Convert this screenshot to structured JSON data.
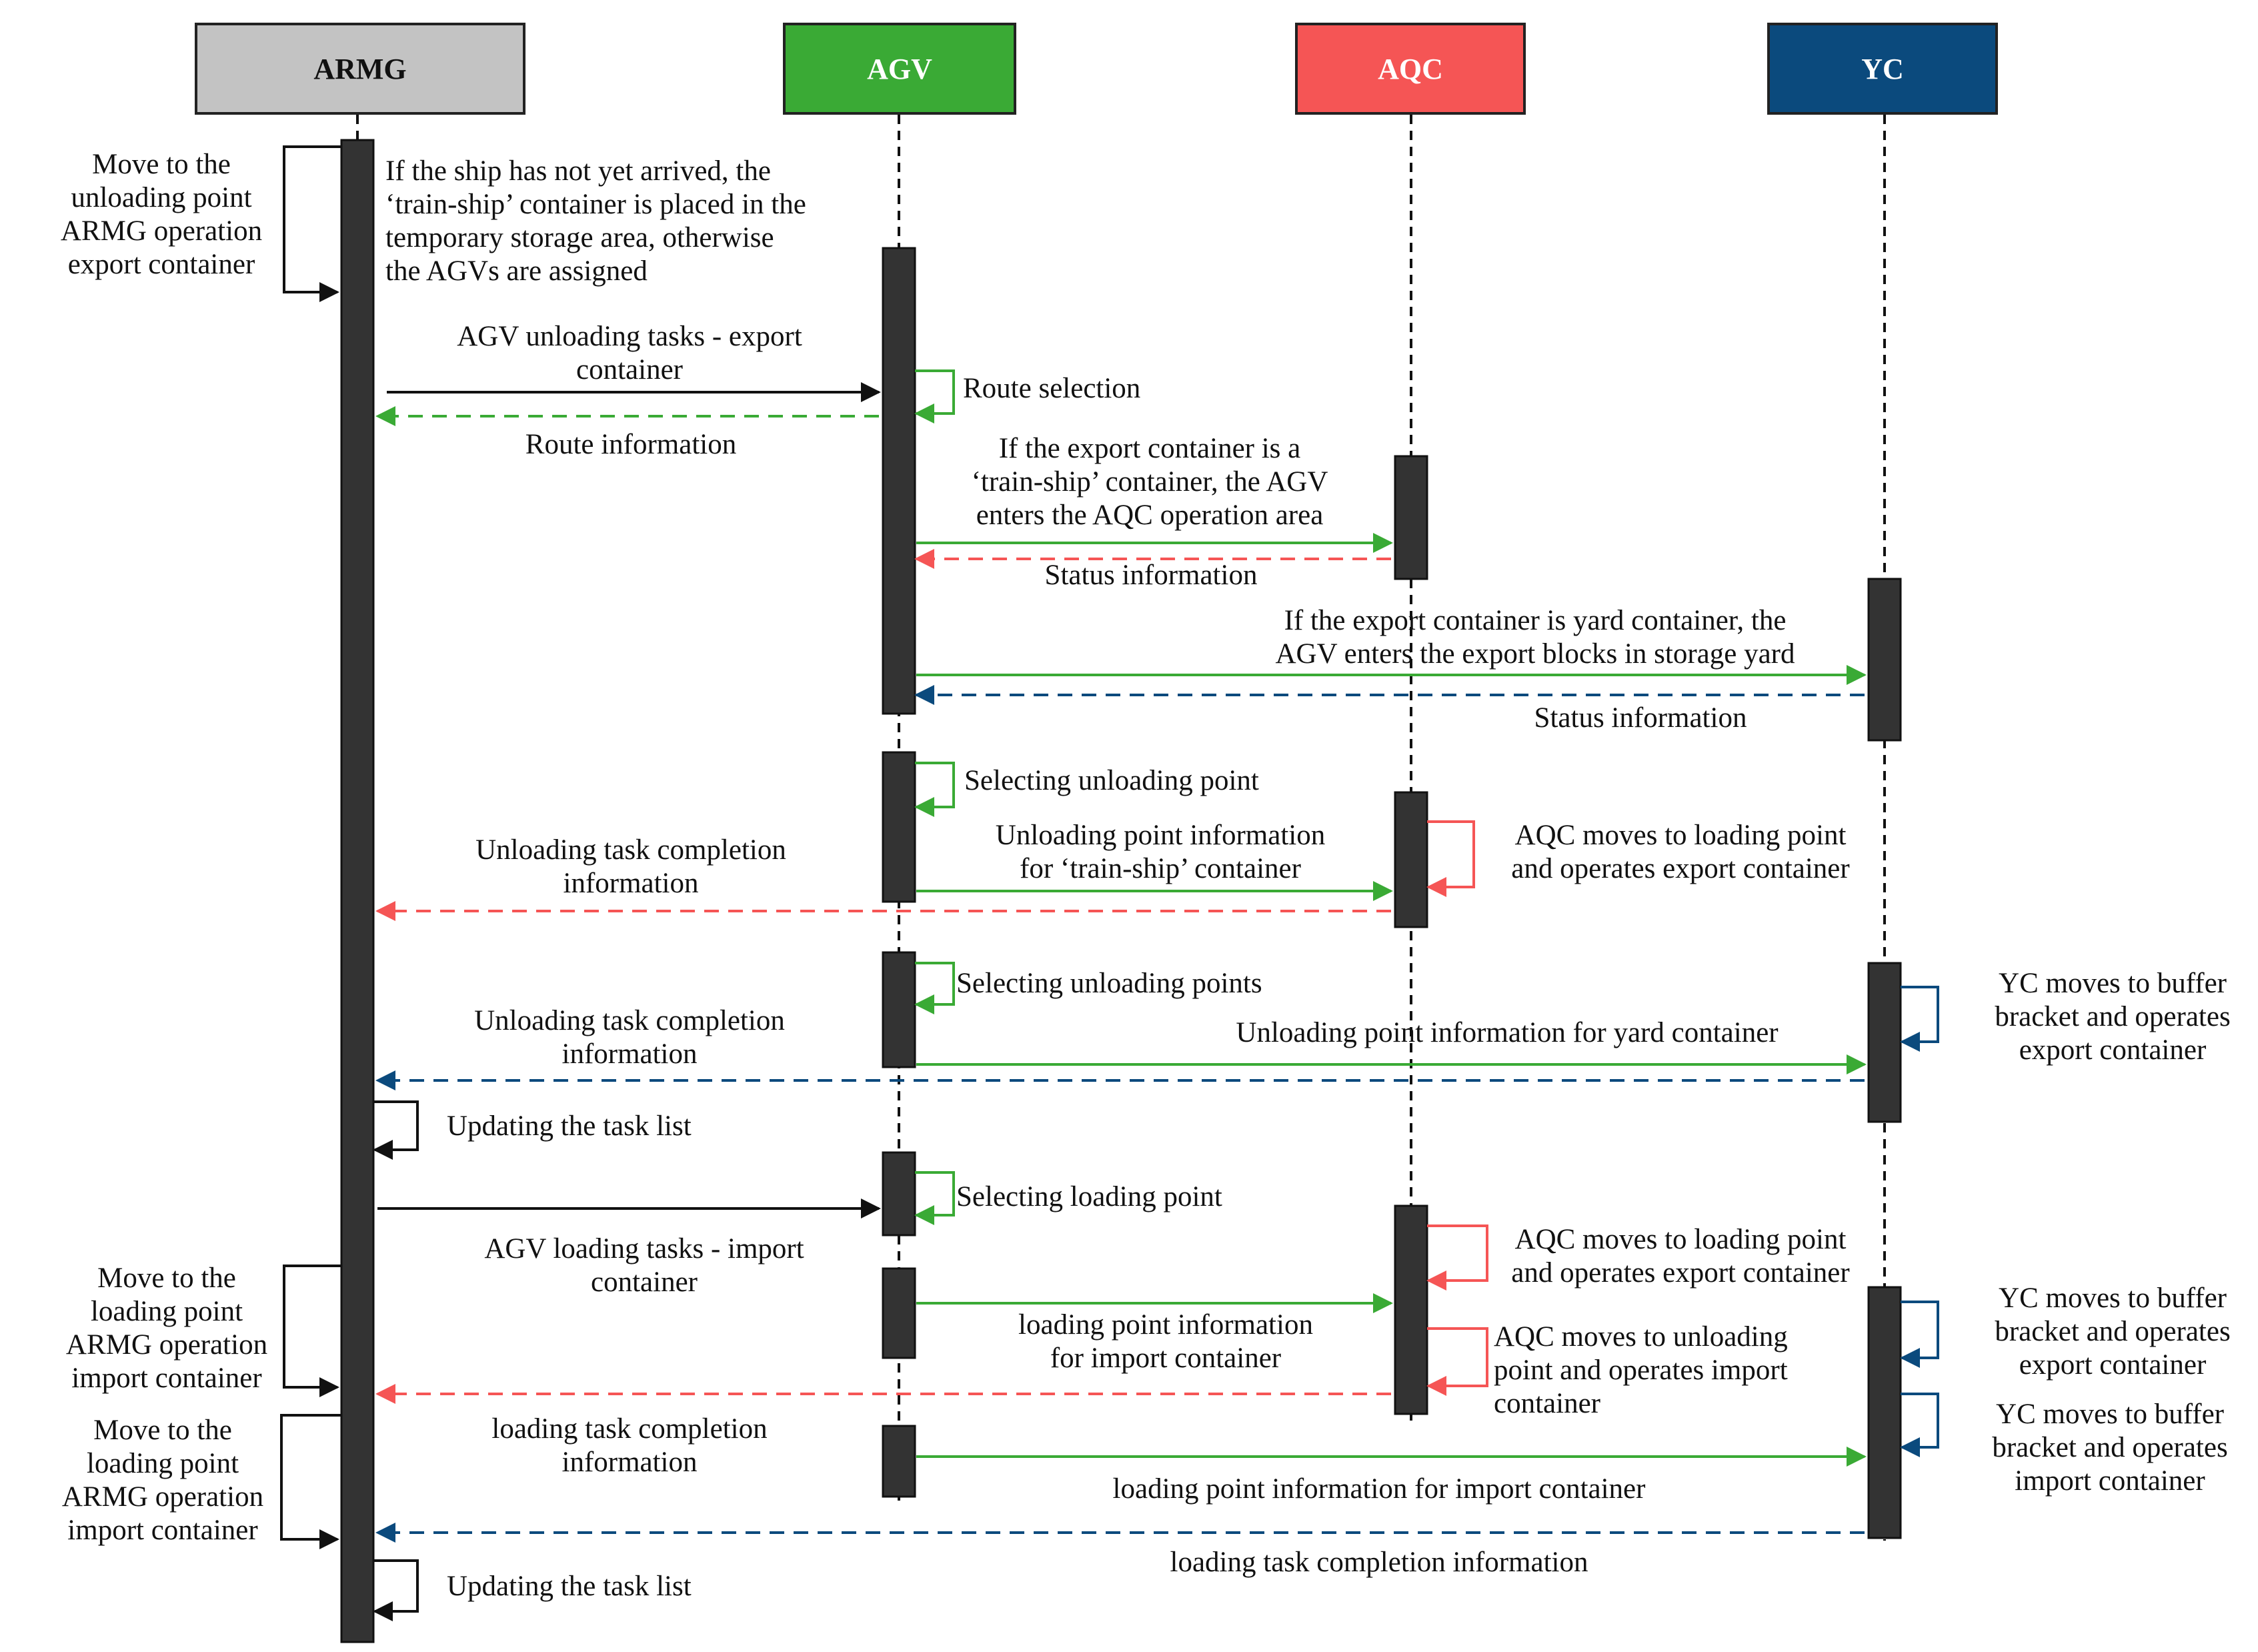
{
  "colors": {
    "ARMG": "#c3c3c3",
    "AGV": "#3aaa35",
    "AQC": "#f55555",
    "YC": "#0b4a7d",
    "black": "#111111",
    "activation": "#333333"
  },
  "actors": [
    {
      "id": "ARMG",
      "label": "ARMG",
      "fill": "#c3c3c3",
      "text_color": "#111111"
    },
    {
      "id": "AGV",
      "label": "AGV",
      "fill": "#3aaa35",
      "text_color": "#ffffff"
    },
    {
      "id": "AQC",
      "label": "AQC",
      "fill": "#f55555",
      "text_color": "#ffffff"
    },
    {
      "id": "YC",
      "label": "YC",
      "fill": "#0b4a7d",
      "text_color": "#ffffff"
    }
  ],
  "labels": {
    "armg_self_1": "Move to the\nunloading point\nARMG operation\nexport container",
    "armg_note_1": "If the ship has not yet arrived, the\n‘train-ship’ container is placed in the\ntemporary storage area, otherwise\nthe AGVs are assigned",
    "msg_agv_unloading": "AGV unloading tasks - export\ncontainer",
    "agv_route_selection": "Route selection",
    "msg_route_info": "Route information",
    "msg_train_ship_enter": "If the export container is a\n‘train-ship’ container, the AGV\nenters the AQC operation area",
    "msg_status_info_aqc": "Status information",
    "msg_yard_enter": "If the export container is yard container, the\nAGV enters the export blocks in storage yard",
    "msg_status_info_yc": "Status information",
    "agv_select_unloading_point": "Selecting unloading point",
    "msg_unloading_point_train_ship": "Unloading point information\nfor ‘train-ship’ container",
    "aqc_self_1": "AQC moves to loading point\nand operates export container",
    "msg_unloading_complete_1": "Unloading task completion\ninformation",
    "agv_select_unloading_points": "Selecting unloading points",
    "msg_unloading_point_yard": "Unloading point information for yard container",
    "yc_self_1": "YC moves to buffer\nbracket and operates\nexport container",
    "msg_unloading_complete_2": "Unloading task completion\ninformation",
    "armg_update_1": "Updating the task list",
    "agv_select_loading_point": "Selecting loading point",
    "msg_agv_loading": "AGV loading tasks - import\ncontainer",
    "aqc_self_2": "AQC moves to loading point\nand operates export container",
    "armg_self_2": "Move to the\nloading point\nARMG operation\nimport container",
    "msg_loading_point_import": "loading point information\nfor import container",
    "aqc_self_3": "AQC moves to unloading\npoint and operates import\ncontainer",
    "yc_self_2": "YC moves to buffer\nbracket and operates\nexport container",
    "msg_loading_complete_1": "loading task completion\ninformation",
    "armg_self_3": "Move to the\nloading point\nARMG operation\nimport container",
    "yc_self_3": "YC moves to buffer\nbracket and operates\nimport container",
    "msg_loading_point_import_yc": "loading point information for import container",
    "msg_loading_complete_2": "loading task completion information",
    "armg_update_2": "Updating the task list"
  }
}
